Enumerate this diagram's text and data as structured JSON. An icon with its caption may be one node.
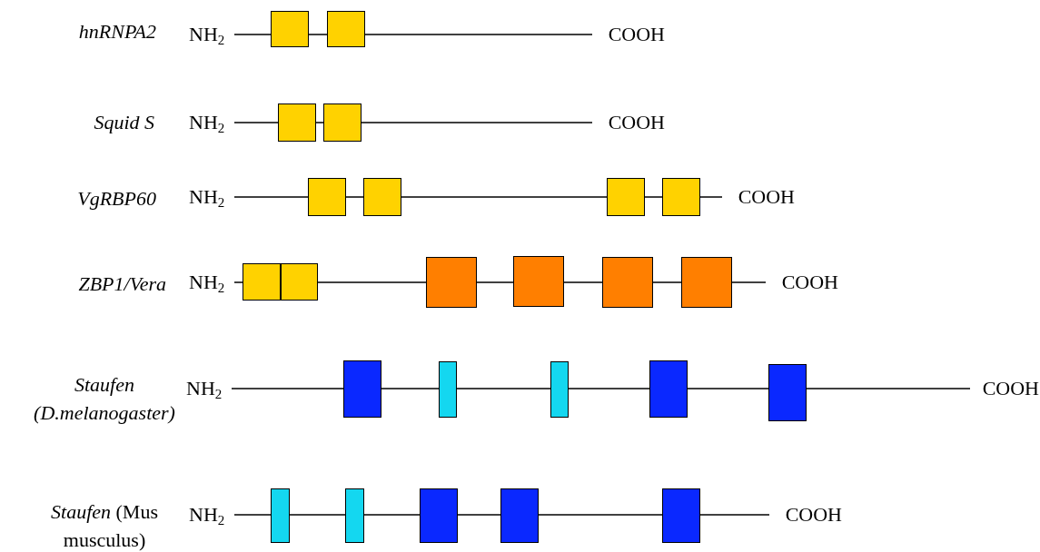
{
  "diagram": {
    "nodes": [
      {
        "text": [
          "NH$_{2}$"
        ]
      },
      {
        "text": [],
        "shape": "box"
      },
      {
        "text": [],
        "shape": "box"
      },
      {
        "text": [
          "COOH"
        ]
      },
      {
        "text": [
          "NH$_{2}$"
        ]
      },
      {
        "text": [],
        "shape": "box"
      },
      {
        "text": [],
        "shape": "box"
      },
      {
        "text": [
          "COOH"
        ]
      },
      {
        "text": [
          "NH$_{2}$"
        ]
      },
      {
        "text": [],
        "shape": "box"
      },
      {
        "text": [],
        "shape": "box"
      },
      {
        "text": [],
        "shape": "box"
      },
      {
        "text": [],
        "shape": "box"
      },
      {
        "text": [
          "COOH"
        ]
      },
      {
        "text": [
          "NH$_{2}$"
        ]
      },
      {
        "text": [],
        "shape": "box"
      },
      {
        "text": [],
        "shape": "box"
      },
      {
        "text": [],
        "shape": "box"
      },
      {
        "text": [],
        "shape": "box"
      },
      {
        "text": [],
        "shape": "box"
      },
      {
        "text": [],
        "shape": "box"
      },
      {
        "text": [
          "COOH"
        ]
      },
      {
        "text": [
          "NH$_{2}$"
        ]
      },
      {
        "text": [],
        "shape": "box"
      },
      {
        "text": [],
        "shape": "box"
      },
      {
        "text": [],
        "shape": "box"
      },
      {
        "text": [],
        "shape": "box"
      },
      {
        "text": [],
        "shape": "box"
      },
      {
        "text": [
          "COOH"
        ]
      },
      {
        "text": [
          "NH$_{2}$"
        ]
      },
      {
        "text": [],
        "shape": "box"
      },
      {
        "text": [],
        "shape": "box"
      },
      {
        "text": [],
        "shape": "box"
      },
      {
        "text": [],
        "shape": "box"
      },
      {
        "text": [],
        "shape": "box"
      },
      {
        "text": [
          "COOH"
        ]
      }
    ],
    "edges": [
      {
        "from": 0,
        "to": 1,
        "arrow": "none"
      },
      {
        "from": 1,
        "to": 2,
        "arrow": "none"
      },
      {
        "from": 2,
        "to": 3,
        "arrow": "none"
      },
      {
        "from": 4,
        "to": 5,
        "arrow": "none"
      },
      {
        "from": 5,
        "to": 6,
        "arrow": "none"
      },
      {
        "from": 6,
        "to": 7,
        "arrow": "none"
      },
      {
        "from": 8,
        "to": 9,
        "arrow": "none"
      },
      {
        "from": 9,
        "to": 10,
        "arrow": "none"
      },
      {
        "from": 10,
        "to": 11,
        "arrow": "none"
      },
      {
        "from": 11,
        "to": 12,
        "arrow": "none"
      },
      {
        "from": 12,
        "to": 13,
        "arrow": "none"
      },
      {
        "from": 14,
        "to": 15,
        "arrow": "none"
      },
      {
        "from": 16,
        "to": 17,
        "arrow": "none"
      },
      {
        "from": 17,
        "to": 18,
        "arrow": "none"
      },
      {
        "from": 18,
        "to": 19,
        "arrow": "none"
      },
      {
        "from": 19,
        "to": 20,
        "arrow": "none"
      },
      {
        "from": 20,
        "to": 21,
        "arrow": "none"
      },
      {
        "from": 22,
        "to": 23,
        "arrow": "none"
      },
      {
        "from": 23,
        "to": 24,
        "arrow": "none"
      },
      {
        "from": 24,
        "to": 25,
        "arrow": "none"
      },
      {
        "from": 25,
        "to": 26,
        "arrow": "none"
      },
      {
        "from": 26,
        "to": 27,
        "arrow": "none"
      },
      {
        "from": 27,
        "to": 28,
        "arrow": "none"
      },
      {
        "from": 29,
        "to": 30,
        "arrow": "none"
      },
      {
        "from": 30,
        "to": 31,
        "arrow": "none"
      },
      {
        "from": 31,
        "to": 32,
        "arrow": "none"
      },
      {
        "from": 32,
        "to": 33,
        "arrow": "none"
      },
      {
        "from": 33,
        "to": 34,
        "arrow": "none"
      },
      {
        "from": 34,
        "to": 35,
        "arrow": "none"
      }
    ],
    "labels": [
      "hnRNPA2",
      "Squid S",
      "VgRBP60",
      "ZBP1/Vera",
      "Staufen (D.melanogaster)",
      "*Staufen* (Mus musculus)"
    ]
  }
}
